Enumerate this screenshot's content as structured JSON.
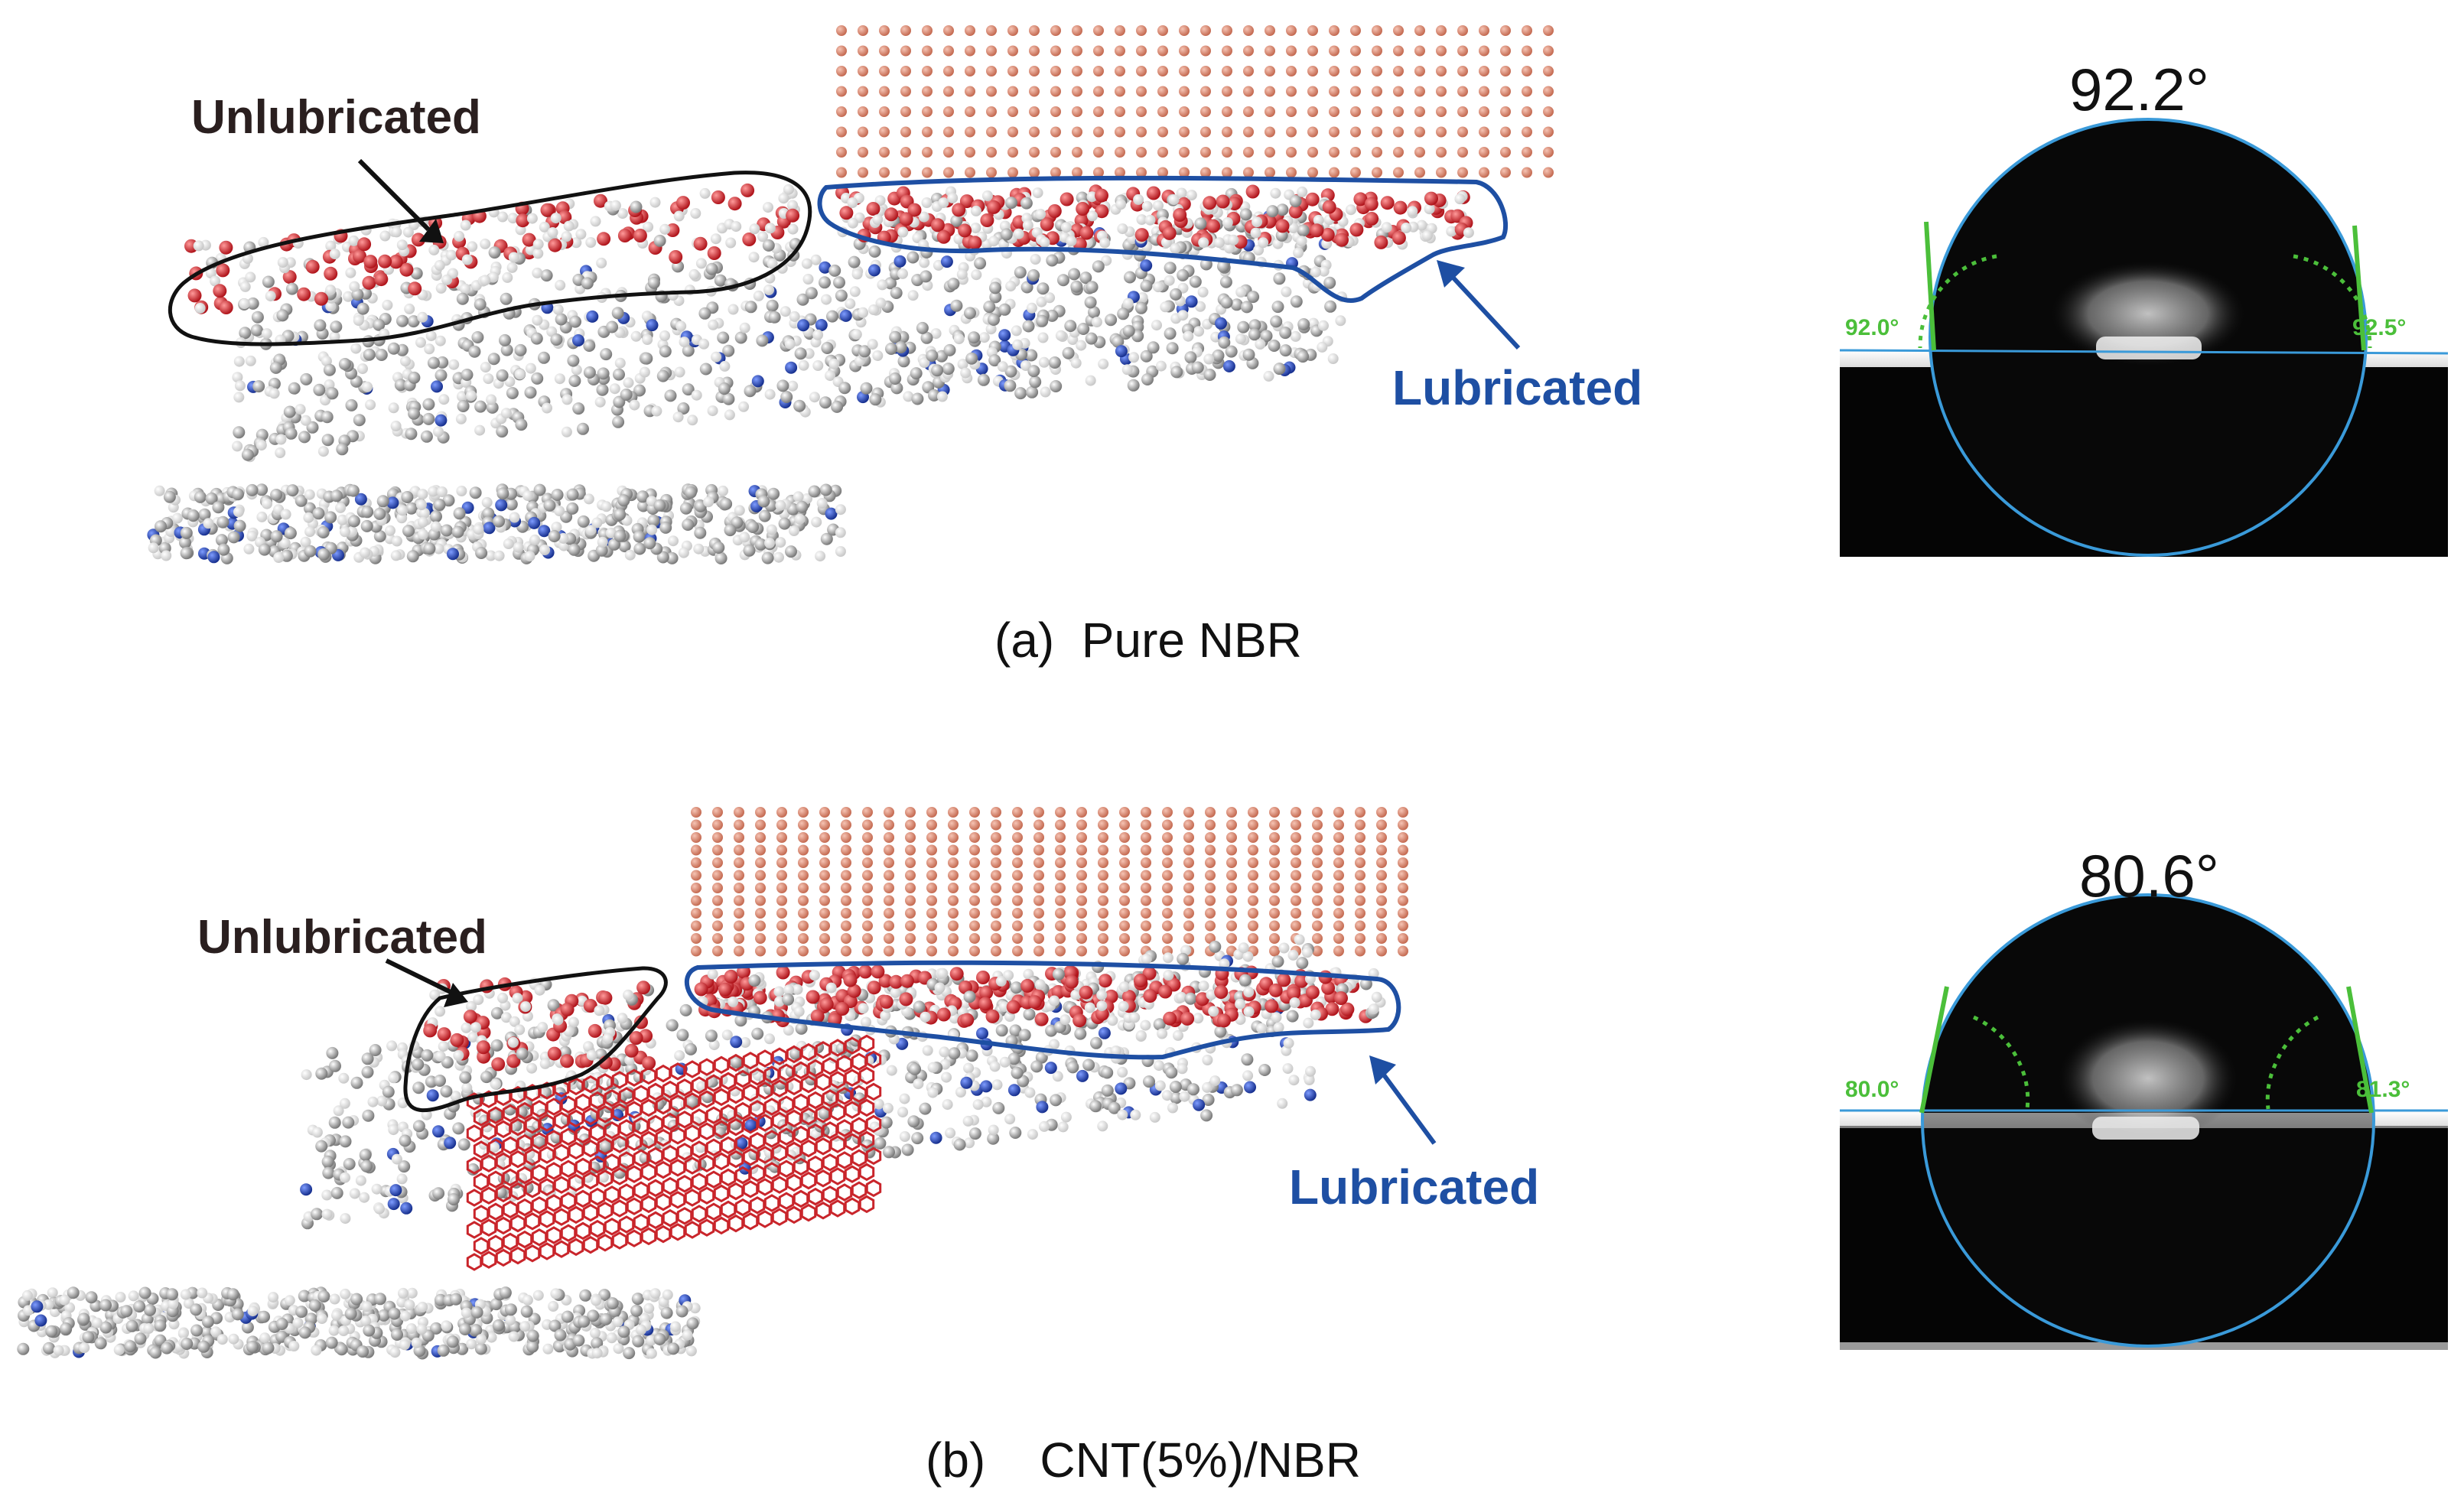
{
  "panel_a": {
    "unlubricated_label": "Unlubricated",
    "lubricated_label": "Lubricated",
    "caption": "(a)  Pure NBR",
    "contact_angle": "92.2°",
    "left_angle": "92.0°",
    "right_angle": "92.5°"
  },
  "panel_b": {
    "unlubricated_label": "Unlubricated",
    "lubricated_label": "Lubricated",
    "caption": "(b)    CNT(5%)/NBR",
    "contact_angle": "80.6°",
    "left_angle": "80.0°",
    "right_angle": "81.3°"
  },
  "colors": {
    "unlubricated_outline": "#111111",
    "lubricated_outline": "#1e4fa3",
    "fe_atoms": "#d9826a",
    "polymer_atoms": "#9a9a9a",
    "oxygen_atoms": "#d9232b",
    "nitrogen_atoms": "#1f3fa8",
    "cnt": "#c9252b",
    "droplet_outline": "#3a9ad9",
    "angle_lines": "#4bbf3a"
  }
}
